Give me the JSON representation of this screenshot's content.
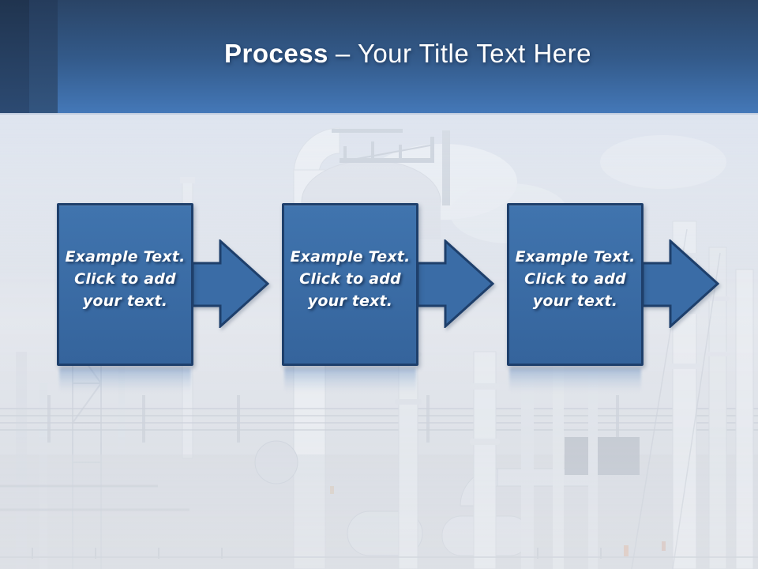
{
  "title": {
    "keyword": "Process",
    "rest": "– Your Title Text Here"
  },
  "steps": [
    {
      "lines": [
        "Example Text.",
        "Click to add",
        "your text."
      ]
    },
    {
      "lines": [
        "Example Text.",
        "Click to add",
        "your text."
      ]
    },
    {
      "lines": [
        "Example Text.",
        "Click to add",
        "your text."
      ]
    }
  ],
  "background": {
    "subject": "faded industrial chemical plant photo"
  },
  "colors": {
    "header_top": "#2a4466",
    "header_bottom": "#4478b8",
    "stripe_dark": "#20344f",
    "stripe_light": "#33557f",
    "box_fill": "#3a6ca6",
    "box_border": "#1e3f6b",
    "text": "#ffffff"
  }
}
